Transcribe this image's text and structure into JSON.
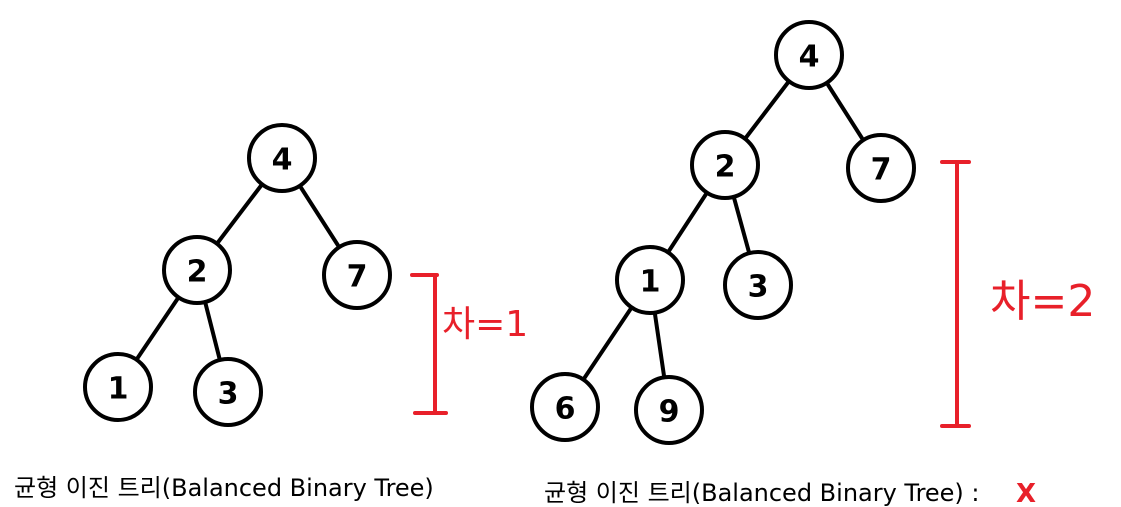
{
  "trees": [
    {
      "nodes": [
        {
          "id": "a4",
          "label": "4"
        },
        {
          "id": "a2",
          "label": "2"
        },
        {
          "id": "a7",
          "label": "7"
        },
        {
          "id": "a1",
          "label": "1"
        },
        {
          "id": "a3",
          "label": "3"
        }
      ],
      "edges": [
        [
          "a4",
          "a2"
        ],
        [
          "a4",
          "a7"
        ],
        [
          "a2",
          "a1"
        ],
        [
          "a2",
          "a3"
        ]
      ],
      "difference_label": "차=1",
      "caption": "균형 이진 트리(Balanced Binary Tree)"
    },
    {
      "nodes": [
        {
          "id": "b4",
          "label": "4"
        },
        {
          "id": "b2",
          "label": "2"
        },
        {
          "id": "b7",
          "label": "7"
        },
        {
          "id": "b1",
          "label": "1"
        },
        {
          "id": "b3",
          "label": "3"
        },
        {
          "id": "b6",
          "label": "6"
        },
        {
          "id": "b9",
          "label": "9"
        }
      ],
      "edges": [
        [
          "b4",
          "b2"
        ],
        [
          "b4",
          "b7"
        ],
        [
          "b2",
          "b1"
        ],
        [
          "b2",
          "b3"
        ],
        [
          "b1",
          "b6"
        ],
        [
          "b1",
          "b9"
        ]
      ],
      "difference_label": "차=2",
      "caption": "균형 이진 트리(Balanced Binary Tree) :",
      "verdict": "X"
    }
  ],
  "colors": {
    "annotation": "#e8202a",
    "ink": "#000000"
  }
}
